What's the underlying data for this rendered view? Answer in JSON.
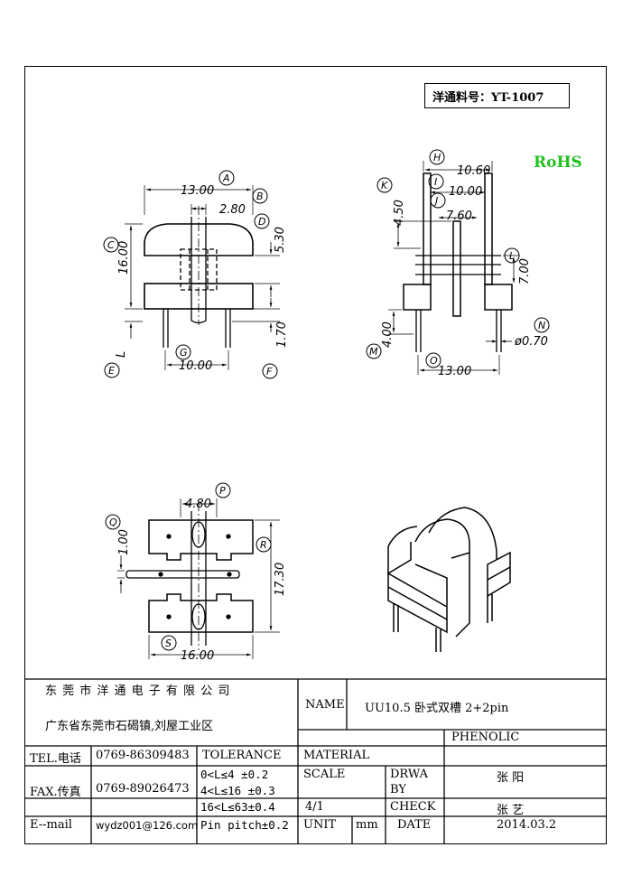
{
  "part_number": "洋通料号：YT-1007",
  "rohs": "RoHS",
  "dimensions": {
    "front": {
      "a": "13.00",
      "b": "2.80",
      "c": "16.00",
      "d": "5.30",
      "e_label": "L",
      "f": "1.70",
      "g": "10.00"
    },
    "side": {
      "h": "10.60",
      "i": "10.00",
      "j": "7.60",
      "k": "4.50",
      "l": "7.00",
      "m": "4.00",
      "n": "ø0.70",
      "o": "13.00"
    },
    "bottom": {
      "p": "4.80",
      "q": "1.00",
      "r": "17.30",
      "s": "16.00"
    }
  },
  "callouts": {
    "a": "A",
    "b": "B",
    "c": "C",
    "d": "D",
    "e": "E",
    "f": "F",
    "g": "G",
    "h": "H",
    "i": "I",
    "j": "J",
    "k": "K",
    "l": "L",
    "m": "M",
    "n": "N",
    "o": "O",
    "p": "P",
    "q": "Q",
    "r": "R",
    "s": "S"
  },
  "title_block": {
    "company": "东 莞 市 洋 通 电 子 有 限 公 司",
    "address": "广东省东莞市石碣镇,刘屋工业区",
    "name_label": "NAME",
    "name_value": "UU10.5 卧式双槽 2+2pin",
    "tel_label": "TEL.电话",
    "tel_value": "0769-86309483",
    "tolerance_label": "TOLERANCE",
    "material_label": "MATERIAL",
    "material_value": "PHENOLIC",
    "fax_label": "FAX.传真",
    "fax_value": "0769-89026473",
    "tolerances": [
      "0<L≤4  ±0.2",
      "4<L≤16  ±0.3",
      "16<L≤63±0.4",
      "Pin pitch±0.2"
    ],
    "scale_label": "SCALE",
    "scale_value": "4/1",
    "drawn_label_1": "DRWA",
    "drawn_label_2": "BY",
    "drawn_value": "张 阳",
    "check_label": "CHECK",
    "check_value": "张 艺",
    "email_label": "E--mail",
    "email_value": "wydz001@126.com",
    "unit_label": "UNIT",
    "unit_value": "mm",
    "date_label": "DATE",
    "date_value": "2014.03.2"
  },
  "colors": {
    "rohs": "#22c020",
    "line": "#000000"
  }
}
